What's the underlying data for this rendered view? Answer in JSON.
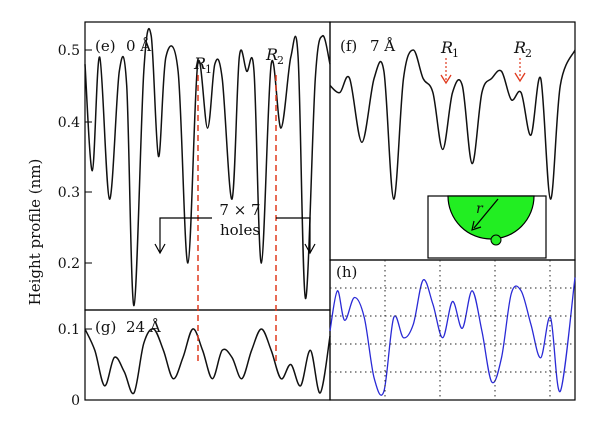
{
  "colors": {
    "curve": "#111111",
    "marker_red": "#e03a1e",
    "sim_blue": "#2a2ad6",
    "tip_green": "#22ee22"
  },
  "figure": {
    "ylabel": "Height profile (nm)",
    "annotation_holes_line1": "7 × 7",
    "annotation_holes_line2": "holes"
  },
  "panels": {
    "e": {
      "label": "(e)",
      "size": "0 Å",
      "r1": "R",
      "r1_sub": "1",
      "r2": "R",
      "r2_sub": "2"
    },
    "f": {
      "label": "(f)",
      "size": "7 Å",
      "r1": "R",
      "r1_sub": "1",
      "r2": "R",
      "r2_sub": "2",
      "tip_r": "r"
    },
    "g": {
      "label": "(g)",
      "size": "24 Å"
    },
    "h": {
      "label": "(h)"
    }
  },
  "chart_data": [
    {
      "type": "line",
      "panel": "e",
      "ylim": [
        0.13,
        0.535
      ],
      "xlim": [
        0,
        1
      ],
      "yticks": [
        0.2,
        0.3,
        0.4,
        0.5
      ],
      "x": [
        0,
        0.03,
        0.06,
        0.1,
        0.14,
        0.17,
        0.2,
        0.24,
        0.27,
        0.3,
        0.33,
        0.38,
        0.42,
        0.46,
        0.5,
        0.53,
        0.56,
        0.6,
        0.63,
        0.66,
        0.69,
        0.72,
        0.76,
        0.8,
        0.84,
        0.87,
        0.9,
        0.94,
        0.97,
        1.0
      ],
      "y": [
        0.48,
        0.33,
        0.49,
        0.29,
        0.47,
        0.45,
        0.14,
        0.47,
        0.52,
        0.35,
        0.49,
        0.47,
        0.2,
        0.48,
        0.39,
        0.48,
        0.46,
        0.29,
        0.49,
        0.47,
        0.47,
        0.2,
        0.48,
        0.39,
        0.49,
        0.49,
        0.15,
        0.46,
        0.52,
        0.48
      ]
    },
    {
      "type": "line",
      "panel": "f",
      "ylim": [
        0.13,
        0.535
      ],
      "xlim": [
        0,
        1
      ],
      "x": [
        0,
        0.04,
        0.08,
        0.13,
        0.18,
        0.22,
        0.26,
        0.3,
        0.34,
        0.38,
        0.42,
        0.46,
        0.5,
        0.54,
        0.58,
        0.62,
        0.66,
        0.7,
        0.74,
        0.78,
        0.82,
        0.86,
        0.9,
        0.94,
        1.0
      ],
      "y": [
        0.45,
        0.44,
        0.46,
        0.37,
        0.46,
        0.47,
        0.29,
        0.46,
        0.5,
        0.46,
        0.44,
        0.36,
        0.44,
        0.45,
        0.34,
        0.44,
        0.46,
        0.47,
        0.43,
        0.44,
        0.38,
        0.46,
        0.29,
        0.45,
        0.5
      ]
    },
    {
      "type": "line",
      "panel": "g",
      "ylim": [
        0,
        0.125
      ],
      "xlim": [
        0,
        1
      ],
      "yticks": [
        0,
        0.1
      ],
      "x": [
        0,
        0.04,
        0.08,
        0.12,
        0.16,
        0.2,
        0.24,
        0.28,
        0.32,
        0.36,
        0.4,
        0.44,
        0.48,
        0.52,
        0.56,
        0.6,
        0.64,
        0.68,
        0.72,
        0.76,
        0.8,
        0.84,
        0.88,
        0.92,
        0.96,
        1.0
      ],
      "y": [
        0.1,
        0.07,
        0.02,
        0.06,
        0.04,
        0.01,
        0.08,
        0.1,
        0.07,
        0.03,
        0.06,
        0.1,
        0.07,
        0.03,
        0.07,
        0.06,
        0.03,
        0.07,
        0.1,
        0.07,
        0.03,
        0.05,
        0.02,
        0.07,
        0.01,
        0.09
      ]
    },
    {
      "type": "line",
      "panel": "h",
      "ylim": [
        0,
        1
      ],
      "xlim": [
        0,
        1
      ],
      "x": [
        0,
        0.03,
        0.06,
        0.1,
        0.14,
        0.18,
        0.22,
        0.26,
        0.3,
        0.34,
        0.38,
        0.42,
        0.46,
        0.5,
        0.54,
        0.58,
        0.62,
        0.66,
        0.7,
        0.74,
        0.78,
        0.82,
        0.86,
        0.9,
        0.94,
        1.0
      ],
      "y": [
        0.5,
        0.8,
        0.58,
        0.75,
        0.6,
        0.15,
        0.05,
        0.6,
        0.45,
        0.55,
        0.88,
        0.7,
        0.45,
        0.72,
        0.52,
        0.8,
        0.5,
        0.12,
        0.3,
        0.78,
        0.8,
        0.55,
        0.3,
        0.6,
        0.05,
        0.9
      ]
    }
  ]
}
